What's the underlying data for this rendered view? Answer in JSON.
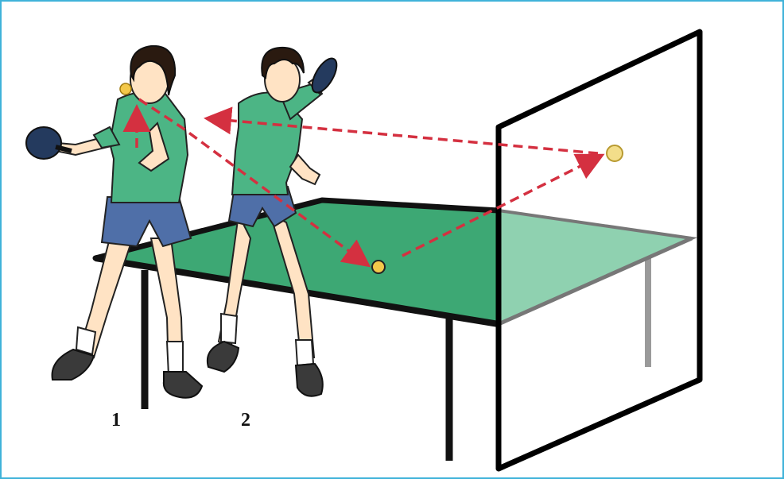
{
  "labels": {
    "player1": "1",
    "player2": "2"
  },
  "colors": {
    "frame": "#3fb3d9",
    "table_top": "#3da874",
    "table_top_far": "#8fd1b0",
    "net_board": "#000000",
    "shirt": "#4cb585",
    "shorts": "#4f6fa8",
    "skin": "#ffe3c4",
    "hair": "#2a1a10",
    "paddle": "#243a5e",
    "ball": "#f3c84a",
    "trajectory": "#d43040"
  },
  "icons": [
    "ping-pong-ball",
    "paddle",
    "trajectory-arrow",
    "player-figure",
    "table",
    "rebound-board"
  ]
}
